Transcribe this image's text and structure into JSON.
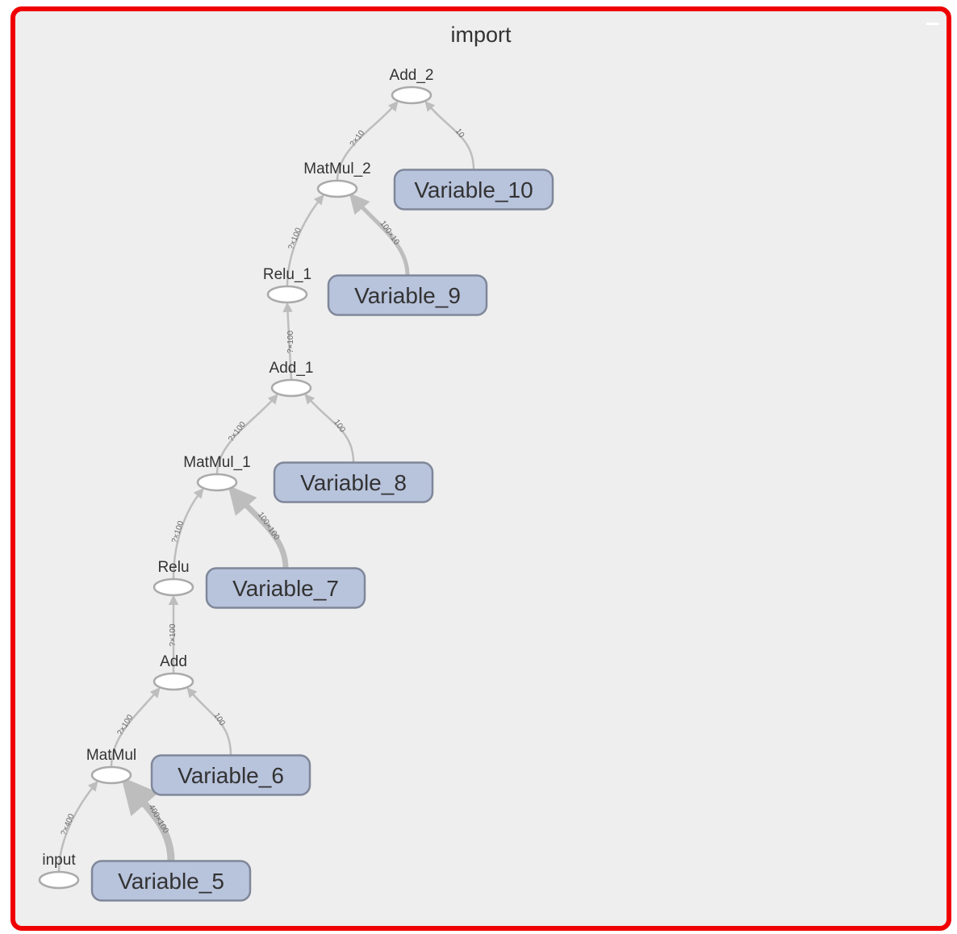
{
  "group": {
    "title": "import",
    "collapse_icon": "minus-icon"
  },
  "colors": {
    "frame_border": "#f00000",
    "background": "#eeeeee",
    "op_fill": "#ffffff",
    "op_stroke": "#aaaaaa",
    "variable_fill": "#b8c3dc",
    "variable_stroke": "#7f8799",
    "edge": "#bdbdbd"
  },
  "nodes": [
    {
      "id": "add_2",
      "label": "Add_2",
      "kind": "op"
    },
    {
      "id": "matmul_2",
      "label": "MatMul_2",
      "kind": "op"
    },
    {
      "id": "variable_10",
      "label": "Variable_10",
      "kind": "variable"
    },
    {
      "id": "relu_1",
      "label": "Relu_1",
      "kind": "op"
    },
    {
      "id": "variable_9",
      "label": "Variable_9",
      "kind": "variable"
    },
    {
      "id": "add_1",
      "label": "Add_1",
      "kind": "op"
    },
    {
      "id": "matmul_1",
      "label": "MatMul_1",
      "kind": "op"
    },
    {
      "id": "variable_8",
      "label": "Variable_8",
      "kind": "variable"
    },
    {
      "id": "relu",
      "label": "Relu",
      "kind": "op"
    },
    {
      "id": "variable_7",
      "label": "Variable_7",
      "kind": "variable"
    },
    {
      "id": "add",
      "label": "Add",
      "kind": "op"
    },
    {
      "id": "matmul",
      "label": "MatMul",
      "kind": "op"
    },
    {
      "id": "variable_6",
      "label": "Variable_6",
      "kind": "variable"
    },
    {
      "id": "input",
      "label": "input",
      "kind": "op"
    },
    {
      "id": "variable_5",
      "label": "Variable_5",
      "kind": "variable"
    }
  ],
  "edges": [
    {
      "from": "matmul_2",
      "to": "add_2",
      "label": "?×10"
    },
    {
      "from": "variable_10",
      "to": "add_2",
      "label": "10"
    },
    {
      "from": "relu_1",
      "to": "matmul_2",
      "label": "?×100"
    },
    {
      "from": "variable_9",
      "to": "matmul_2",
      "label": "100×10"
    },
    {
      "from": "add_1",
      "to": "relu_1",
      "label": "?×100"
    },
    {
      "from": "matmul_1",
      "to": "add_1",
      "label": "?×100"
    },
    {
      "from": "variable_8",
      "to": "add_1",
      "label": "100"
    },
    {
      "from": "relu",
      "to": "matmul_1",
      "label": "?×100"
    },
    {
      "from": "variable_7",
      "to": "matmul_1",
      "label": "100×100"
    },
    {
      "from": "add",
      "to": "relu",
      "label": "?×100"
    },
    {
      "from": "matmul",
      "to": "add",
      "label": "?×100"
    },
    {
      "from": "variable_6",
      "to": "add",
      "label": "100"
    },
    {
      "from": "input",
      "to": "matmul",
      "label": "?×400"
    },
    {
      "from": "variable_5",
      "to": "matmul",
      "label": "400×100"
    }
  ]
}
